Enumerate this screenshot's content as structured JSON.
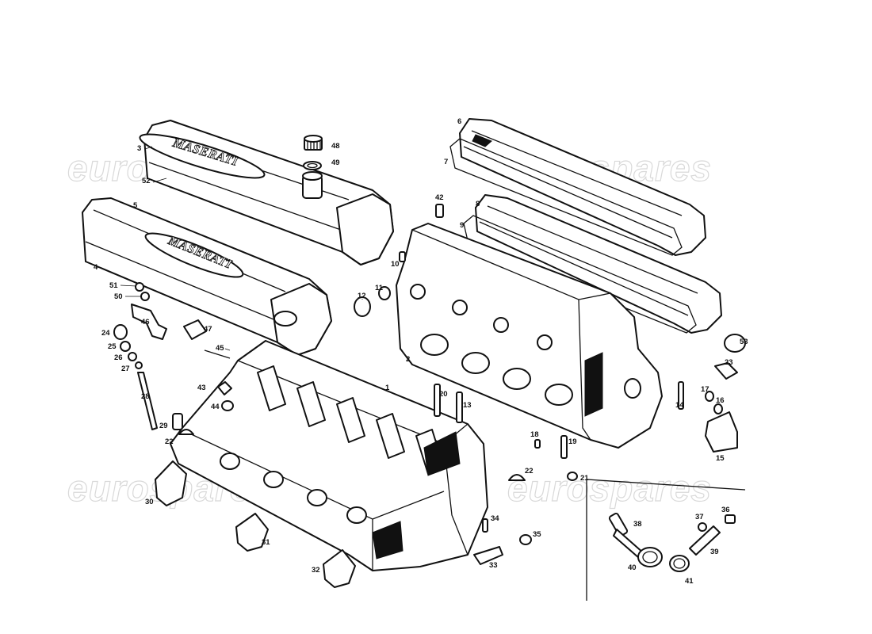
{
  "watermark": {
    "text": "eurospares"
  },
  "cover_logo_text": "MASERATI",
  "callouts": [
    "1",
    "2",
    "3",
    "4",
    "5",
    "6",
    "7",
    "8",
    "9",
    "10",
    "11",
    "12",
    "13",
    "14",
    "15",
    "16",
    "17",
    "18",
    "19",
    "20",
    "21",
    "22",
    "22",
    "23",
    "24",
    "25",
    "26",
    "27",
    "28",
    "29",
    "30",
    "31",
    "32",
    "33",
    "34",
    "35",
    "36",
    "37",
    "38",
    "39",
    "40",
    "41",
    "42",
    "43",
    "44",
    "45",
    "46",
    "47",
    "48",
    "49",
    "50",
    "51",
    "52",
    "53"
  ]
}
